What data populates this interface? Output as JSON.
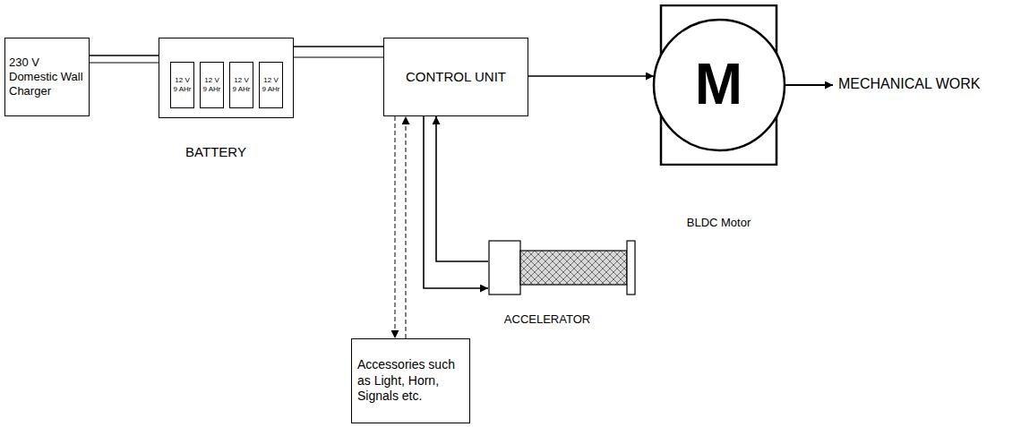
{
  "diagram": {
    "nodes": [
      {
        "text": [
          "230 V Domestic Wall Charger"
        ]
      },
      {
        "text": [
          "BATTERY"
        ]
      },
      {
        "text": [
          "12 V 9 AHr"
        ],
        "in": 1
      },
      {
        "text": [
          "12 V 9 AHr"
        ],
        "in": 1
      },
      {
        "text": [
          "12 V 9 AHr"
        ],
        "in": 1
      },
      {
        "text": [
          "12 V 9 AHr"
        ],
        "in": 1
      },
      {
        "text": [
          "CONTROL UNIT"
        ]
      },
      {
        "text": [
          "M",
          "BLDC Motor"
        ]
      },
      {
        "text": [
          "ACCELERATOR"
        ]
      },
      {
        "text": [
          "Accessories such as Light, Horn, Signals etc."
        ]
      }
    ],
    "edges": [
      {
        "from": 0,
        "to": 1,
        "arrow": "none"
      },
      {
        "from": 1,
        "to": 6,
        "arrow": "none"
      },
      {
        "from": 6,
        "to": 7,
        "arrow": "to"
      },
      {
        "from": 6,
        "to": 8,
        "arrow": "to"
      },
      {
        "from": 8,
        "to": 6,
        "arrow": "to"
      },
      {
        "from": 6,
        "to": 9,
        "arrow": "to"
      },
      {
        "from": 9,
        "to": 6,
        "arrow": "to"
      }
    ],
    "labels": [
      "MECHANICAL WORK"
    ]
  }
}
